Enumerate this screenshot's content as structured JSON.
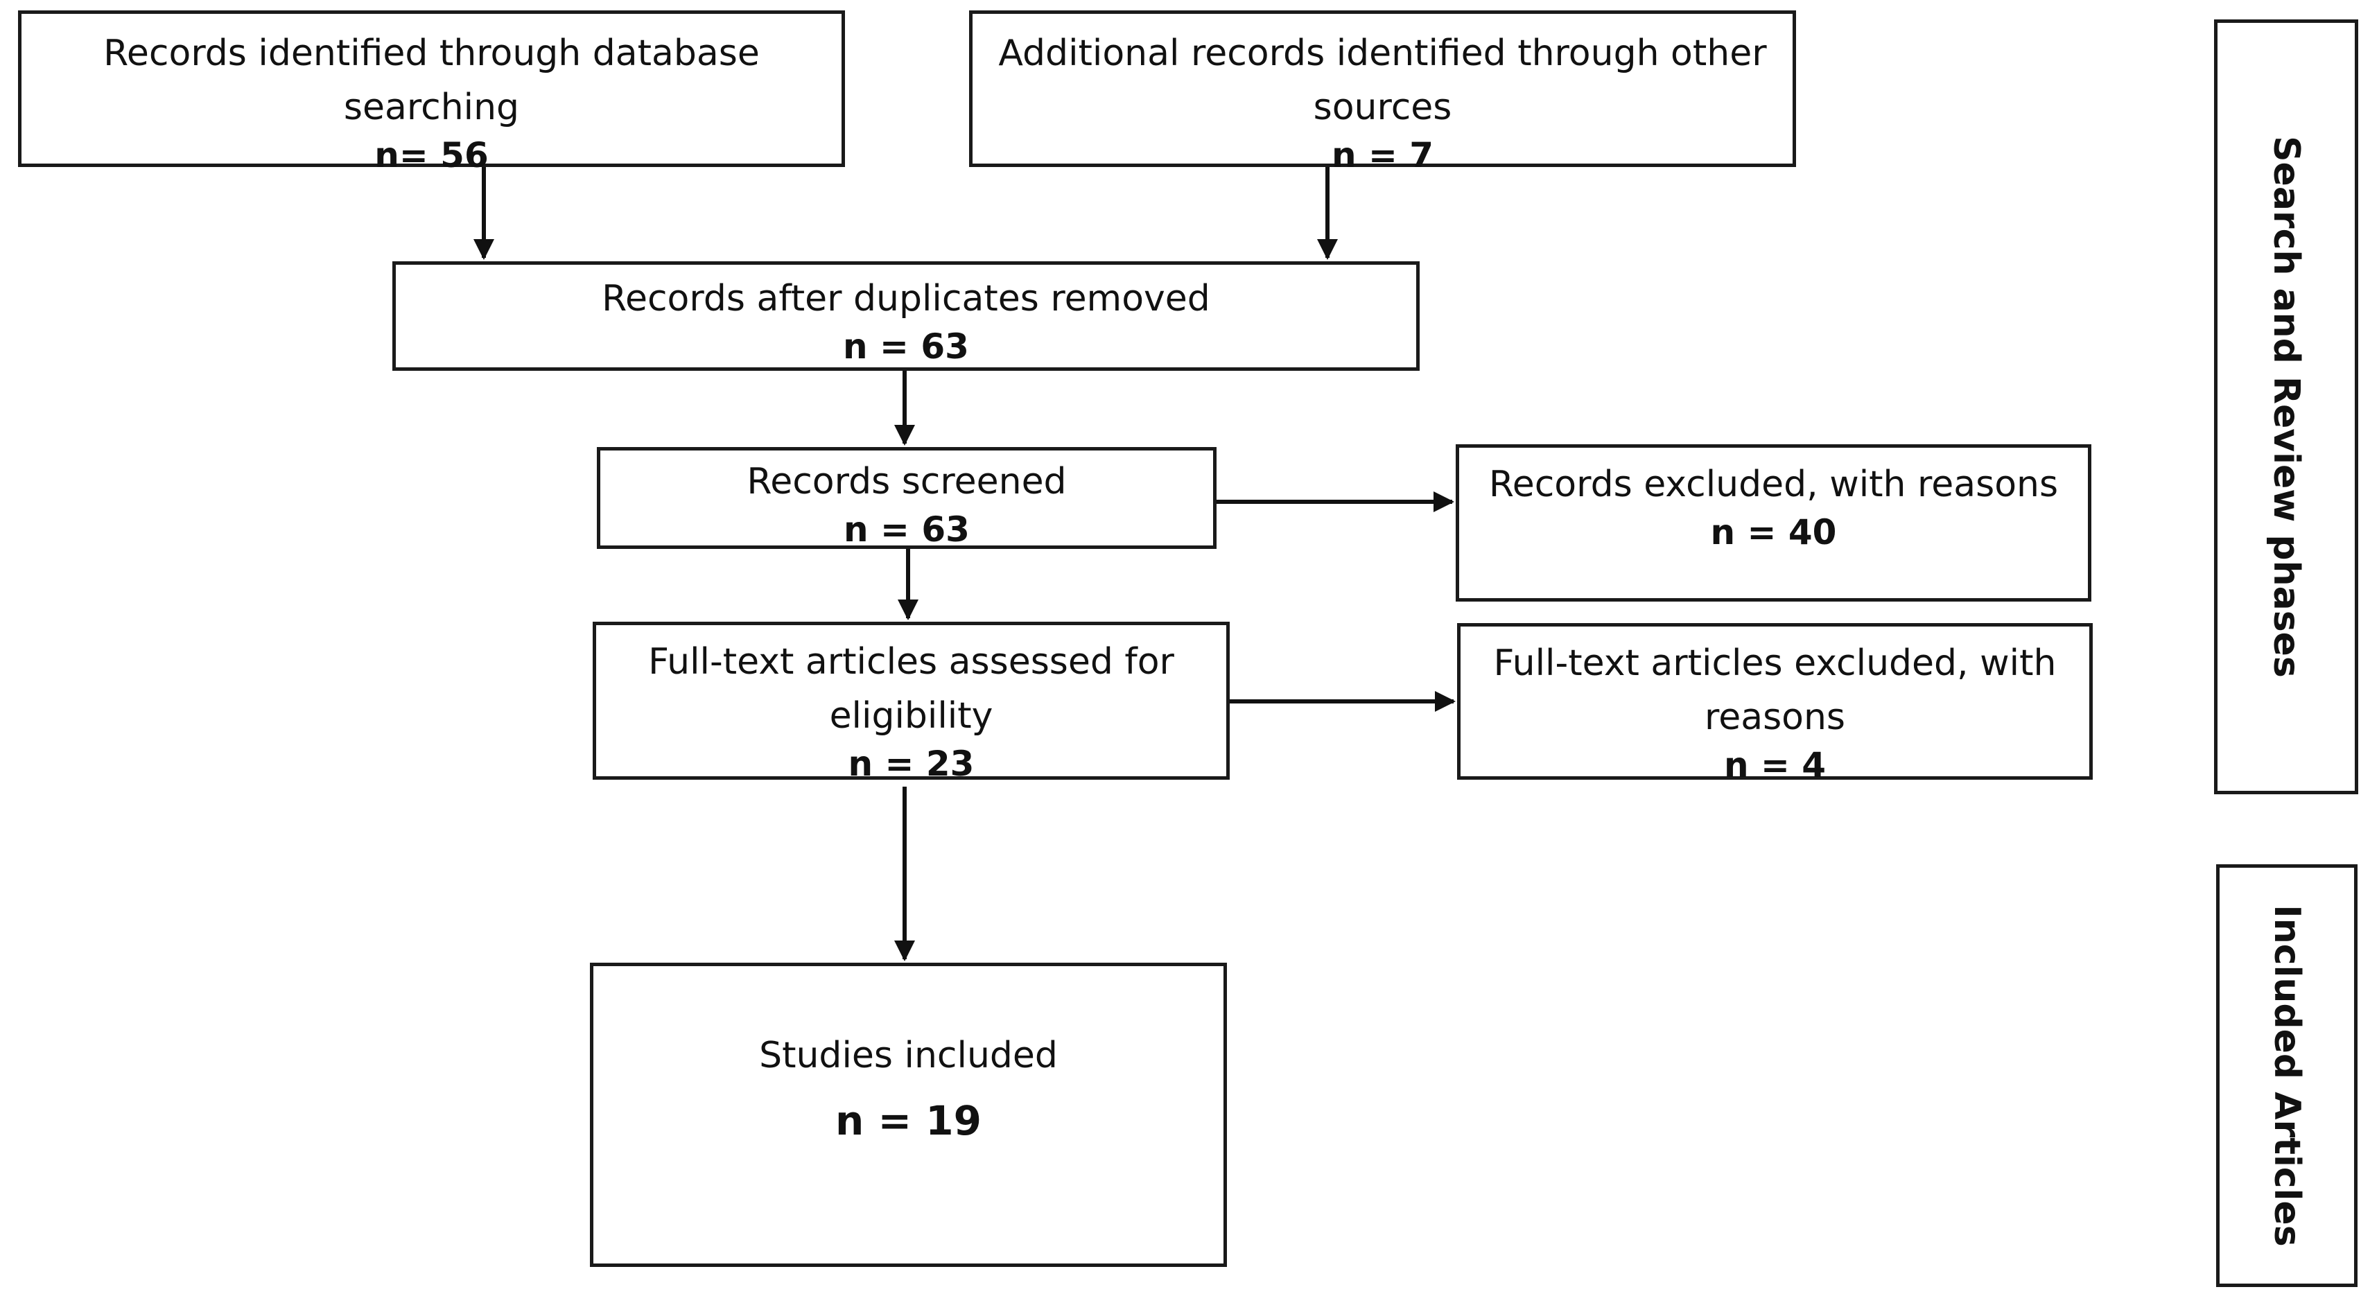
{
  "nodes": {
    "database_search": {
      "label": "Records identified through database searching",
      "count": "n= 56"
    },
    "other_sources": {
      "label": "Additional records identified through other sources",
      "count": "n = 7"
    },
    "after_duplicates": {
      "label": "Records after duplicates removed",
      "count": "n = 63"
    },
    "screened": {
      "label": "Records screened",
      "count": "n = 63"
    },
    "records_excluded": {
      "label": "Records excluded, with reasons",
      "count": "n = 40"
    },
    "full_text_assessed": {
      "label": "Full-text articles assessed for eligibility",
      "count": "n = 23"
    },
    "full_text_excluded": {
      "label": "Full-text articles excluded, with reasons",
      "count": "n = 4"
    },
    "studies_included": {
      "label": "Studies included",
      "count": "n = 19"
    }
  },
  "phases": {
    "search_review": "Search and Review phases",
    "included": "Included Articles"
  },
  "edges": [
    {
      "from": "database_search",
      "to": "after_duplicates"
    },
    {
      "from": "other_sources",
      "to": "after_duplicates"
    },
    {
      "from": "after_duplicates",
      "to": "screened"
    },
    {
      "from": "screened",
      "to": "records_excluded"
    },
    {
      "from": "screened",
      "to": "full_text_assessed"
    },
    {
      "from": "full_text_assessed",
      "to": "full_text_excluded"
    },
    {
      "from": "full_text_assessed",
      "to": "studies_included"
    }
  ]
}
